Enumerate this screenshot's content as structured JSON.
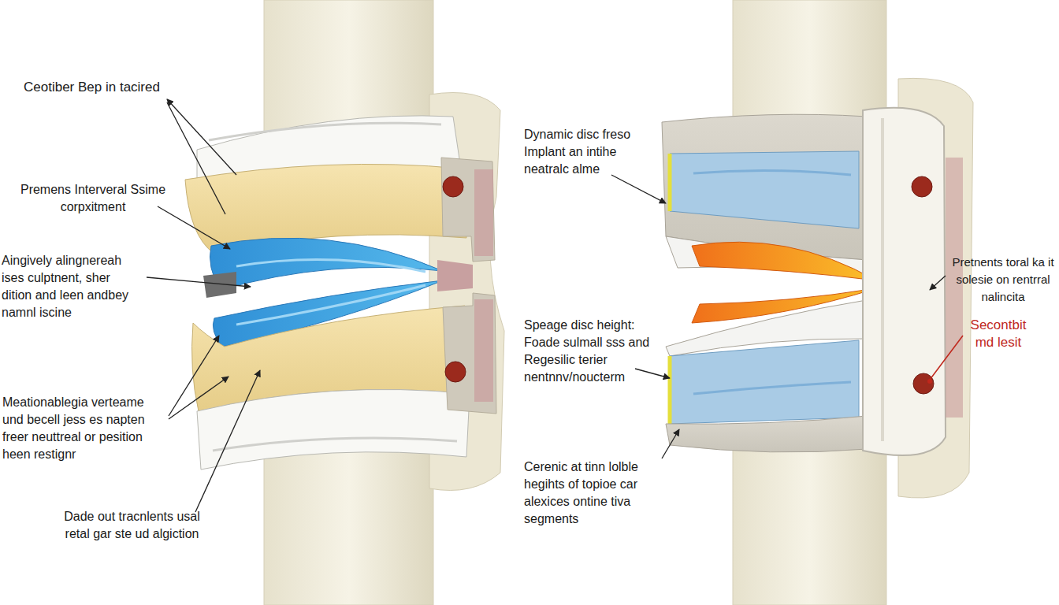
{
  "diagram": {
    "labels": [
      "Ceotiber Bep in tacired",
      "Premens Interveral Ssime corpxitment",
      "Aingively alingnereah ises culptnent, sher dition and leen andbey namnl iscine",
      "Meationablegia verteame und becell jess es napten freer neuttreal or pesition heen restignr",
      "Dade out tracnlents usal retal gar ste ud algiction",
      "Dynamic disc freso Implant an intihe neatralc alme",
      "Speage disc height: Foade sulmall sss and Regesilic terier nentnnv/noucterm",
      "Cerenic at tinn lolble hegihts of topioe car alexices ontine tiva segments",
      "Pretnents toral ka it solesie on rentrral nalincita",
      "Secontbit md lesit"
    ]
  }
}
